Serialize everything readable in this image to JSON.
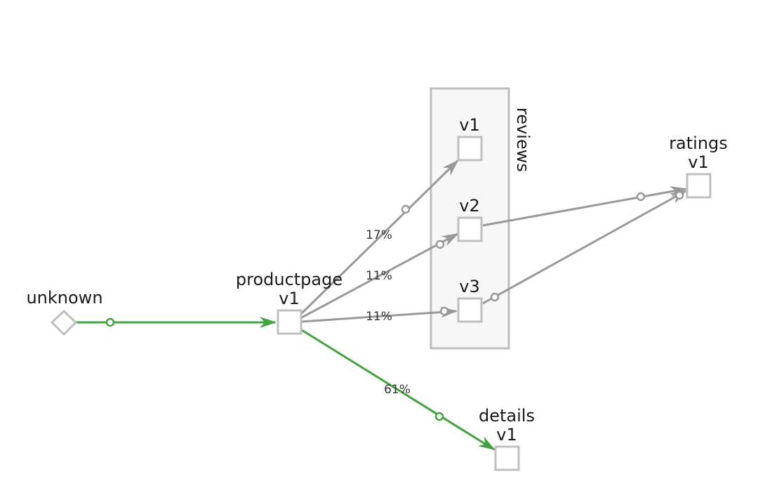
{
  "graph": {
    "colors": {
      "node_border": "#bfbfbf",
      "node_fill": "#ffffff",
      "group_border": "#bdbdbd",
      "group_fill": "#f7f7f7",
      "edge_gray": "#999999",
      "edge_green": "#44a340",
      "text": "#1a1a1a"
    },
    "group": {
      "label": "reviews"
    },
    "nodes": {
      "unknown": {
        "name": "unknown",
        "version": "",
        "shape": "diamond"
      },
      "productpage": {
        "name": "productpage",
        "version": "v1",
        "shape": "square"
      },
      "reviews_v1": {
        "name": "",
        "version": "v1",
        "shape": "square"
      },
      "reviews_v2": {
        "name": "",
        "version": "v2",
        "shape": "square"
      },
      "reviews_v3": {
        "name": "",
        "version": "v3",
        "shape": "square"
      },
      "ratings": {
        "name": "ratings",
        "version": "v1",
        "shape": "square"
      },
      "details": {
        "name": "details",
        "version": "v1",
        "shape": "square"
      }
    },
    "edges": [
      {
        "from": "unknown",
        "to": "productpage",
        "label": "",
        "color": "green"
      },
      {
        "from": "productpage",
        "to": "reviews_v1",
        "label": "17%",
        "color": "gray"
      },
      {
        "from": "productpage",
        "to": "reviews_v2",
        "label": "11%",
        "color": "gray"
      },
      {
        "from": "productpage",
        "to": "reviews_v3",
        "label": "11%",
        "color": "gray"
      },
      {
        "from": "productpage",
        "to": "details",
        "label": "61%",
        "color": "green"
      },
      {
        "from": "reviews_v2",
        "to": "ratings",
        "label": "",
        "color": "gray"
      },
      {
        "from": "reviews_v3",
        "to": "ratings",
        "label": "",
        "color": "gray"
      }
    ]
  }
}
